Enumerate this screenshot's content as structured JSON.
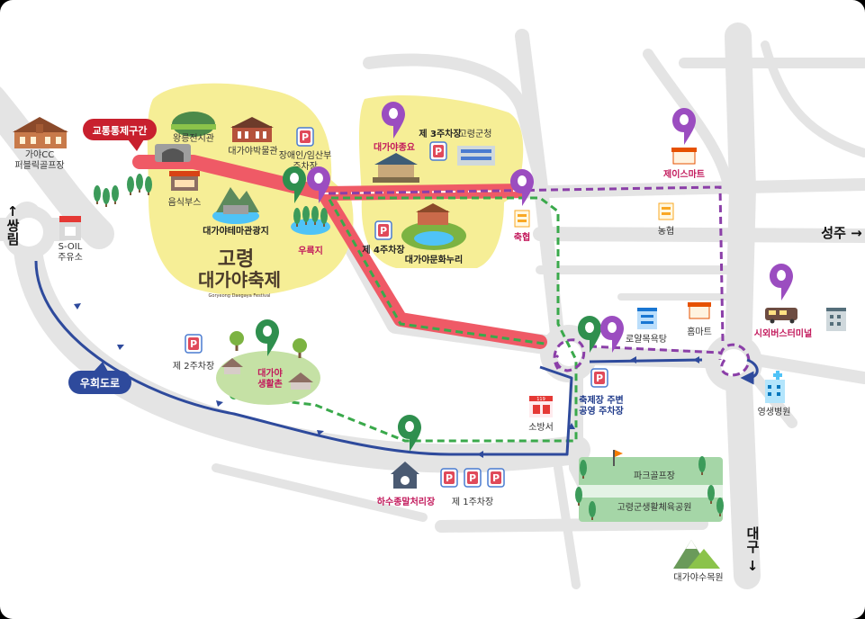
{
  "directions": {
    "west": "쌍림",
    "west_arrow": "↑",
    "east": "성주 →",
    "south": "대구",
    "south_arrow": "↓"
  },
  "callouts": {
    "traffic_control": "교통통제구간",
    "bypass_road": "우회도로"
  },
  "festival_logo": {
    "line1": "고령",
    "line2": "대가야축제",
    "subtitle": "Goryeong Daegaya Festival"
  },
  "places": {
    "gaya_cc": [
      "가야CC",
      "퍼블릭골프장"
    ],
    "soil": [
      "S-OIL",
      "주유소"
    ],
    "wangneung": "왕릉전시관",
    "museum": "대가야박물관",
    "disabled_parking": [
      "장애인/임산부",
      "주차장"
    ],
    "food_booth": "음식부스",
    "theme_park": "대가야테마관광지",
    "ureukji": "우륵지",
    "daegaya_jongyo": "대가야종요",
    "parking3": "제 3주차장",
    "county_office": "고령군청",
    "parking4": "제 4주차장",
    "culture_center": "대가야문화누리",
    "chukhyeop": "축협",
    "nonghyeop": "농협",
    "jaeis_mart": "제이스마트",
    "bus_terminal": "시외버스터미널",
    "yeongsaeng_hospital": "영생병원",
    "homemart": "홈마트",
    "roal_bath": "로얄목욕탕",
    "festival_parking": [
      "축제장 주변",
      "공영 주차장"
    ],
    "fire_station": "소방서",
    "parking2": "제 2주차장",
    "gaya_village": [
      "대가야",
      "생활촌"
    ],
    "sewage_plant": "하수종말처리장",
    "parking1": "제 1주차장",
    "park_golf": "파크골프장",
    "sports_park": "고령군생활체육공원",
    "arboretum": "대가야수목원"
  },
  "colors": {
    "background": "#ffffff",
    "road": "#e4e4e4",
    "festival_area": "#f6ee96",
    "traffic_control": "#ef5a66",
    "bypass": "#2e4a9c",
    "shuttle_green": "#3aa94b",
    "shuttle_purple": "#8b3fa8",
    "pin_green": "#2f8f4e",
    "pin_purple": "#9b4dc0",
    "callout_red": "#c8202e"
  }
}
